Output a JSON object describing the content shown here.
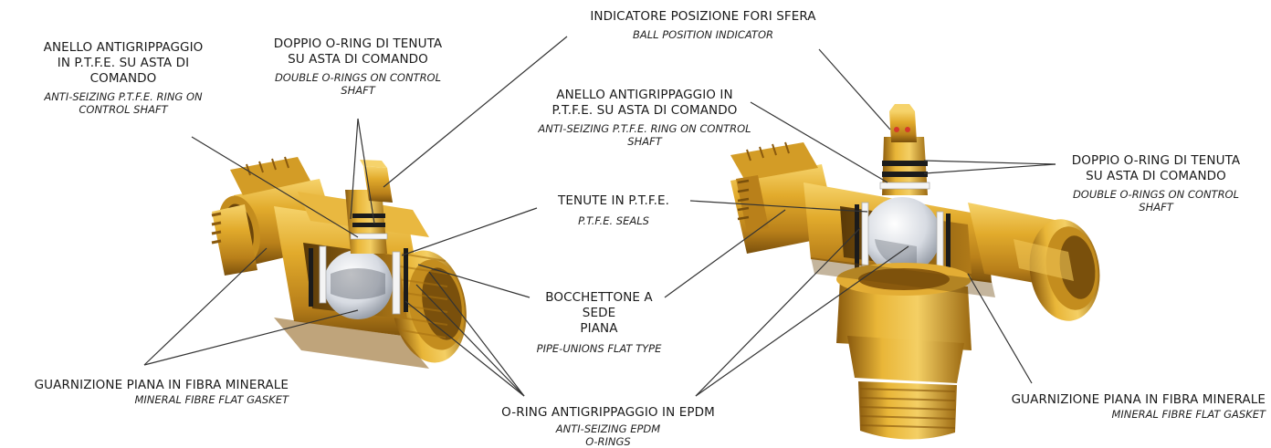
{
  "labels": {
    "indicator": {
      "it": "INDICATORE POSIZIONE FORI SFERA",
      "en": "BALL POSITION INDICATOR"
    },
    "anello_left": {
      "it_1": "ANELLO ANTIGRIPPAGGIO",
      "it_2": "IN P.T.F.E. SU ASTA DI",
      "it_3": "COMANDO",
      "en_1": "ANTI-SEIZING P.T.F.E. RING ON",
      "en_2": "CONTROL SHAFT"
    },
    "doppio_left": {
      "it_1": "DOPPIO O-RING DI TENUTA",
      "it_2": "SU ASTA DI COMANDO",
      "en_1": "DOUBLE O-RINGS ON CONTROL",
      "en_2": "SHAFT"
    },
    "anello_center": {
      "it_1": "ANELLO ANTIGRIPPAGGIO IN",
      "it_2": "P.T.F.E. SU ASTA DI COMANDO",
      "en_1": "ANTI-SEIZING P.T.F.E. RING ON CONTROL",
      "en_2": "SHAFT"
    },
    "doppio_right": {
      "it_1": "DOPPIO O-RING DI TENUTA",
      "it_2": "SU ASTA DI COMANDO",
      "en_1": "DOUBLE O-RINGS ON CONTROL",
      "en_2": "SHAFT"
    },
    "tenute": {
      "it": "TENUTE IN P.T.F.E.",
      "en": "P.T.F.E. SEALS"
    },
    "bocchettone": {
      "it_1": "BOCCHETTONE A SEDE",
      "it_2": "PIANA",
      "en": "PIPE-UNIONS FLAT TYPE"
    },
    "guarnizione_left": {
      "it": "GUARNIZIONE PIANA IN FIBRA MINERALE",
      "en": "MINERAL FIBRE FLAT GASKET"
    },
    "oring_epdm": {
      "it": "O-RING ANTIGRIPPAGGIO IN EPDM",
      "en_1": "ANTI-SEIZING EPDM",
      "en_2": "O-RINGS"
    },
    "guarnizione_right": {
      "it": "GUARNIZIONE PIANA IN FIBRA MINERALE",
      "en": "MINERAL FIBRE FLAT GASKET"
    }
  },
  "colors": {
    "brass_light": "#f0c24a",
    "brass_mid": "#d9a024",
    "brass_dark": "#a26c12",
    "brass_shadow": "#6b450a",
    "steel": "#e8eaee",
    "oring_black": "#1b1b1b",
    "ptfe_white": "#f4f4f4",
    "indicator_red": "#d63a2a",
    "leader_line": "#333333"
  }
}
